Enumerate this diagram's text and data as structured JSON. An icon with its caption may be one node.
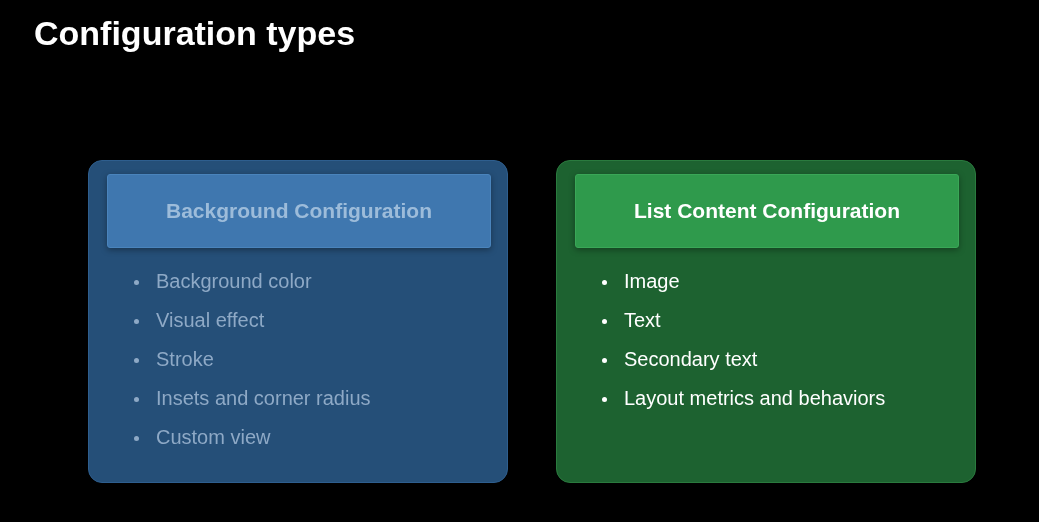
{
  "diagram": {
    "title": "Configuration types",
    "nodes": [
      {
        "text": [
          "Background color",
          "Visual effect",
          "Stroke",
          "Insets and corner radius",
          "Custom view"
        ]
      },
      {
        "text": [
          "Background Configuration"
        ],
        "in": 0
      },
      {
        "text": [
          "Image",
          "Text",
          "Secondary text",
          "Layout metrics and behaviors"
        ]
      },
      {
        "text": [
          "List Content Configuration"
        ],
        "in": 2
      }
    ]
  }
}
